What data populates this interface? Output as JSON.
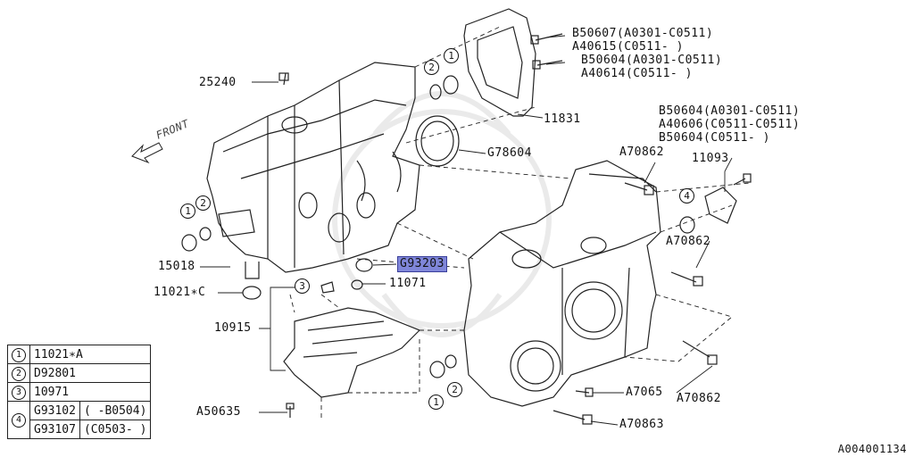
{
  "diagram": {
    "front_label": "FRONT",
    "footer_code": "A004001134",
    "part_labels": {
      "p25240": "25240",
      "p15018": "15018",
      "p11021c": "11021∗C",
      "p10915": "10915",
      "pA50635": "A50635",
      "pB50607": "B50607(A0301-C0511)",
      "pA40615": "A40615(C0511- )",
      "pB50604a": "B50604(A0301-C0511)",
      "pA40614": "A40614(C0511- )",
      "p11831": "11831",
      "pG78604": "G78604",
      "pB50604b": "B50604(A0301-C0511)",
      "pA40606": "A40606(C0511-C0511)",
      "pB50604c": "B50604(C0511- )",
      "pA70862a": "A70862",
      "p11093": "11093",
      "pA70862b": "A70862",
      "pG93203": "G93203",
      "p11071": "11071",
      "pA7065": "A7065",
      "pA70862c": "A70862",
      "pA70863": "A70863"
    },
    "callouts": {
      "c1": "1",
      "c2": "2",
      "c3": "3",
      "c4": "4"
    },
    "legend": {
      "r1_num": "1",
      "r1_part": "11021∗A",
      "r2_num": "2",
      "r2_part": "D92801",
      "r3_num": "3",
      "r3_part": "10971",
      "r4_num": "4",
      "r4a_part": "G93102",
      "r4a_range": "( -B0504)",
      "r4b_part": "G93107",
      "r4b_range": "(C0503- )"
    }
  }
}
